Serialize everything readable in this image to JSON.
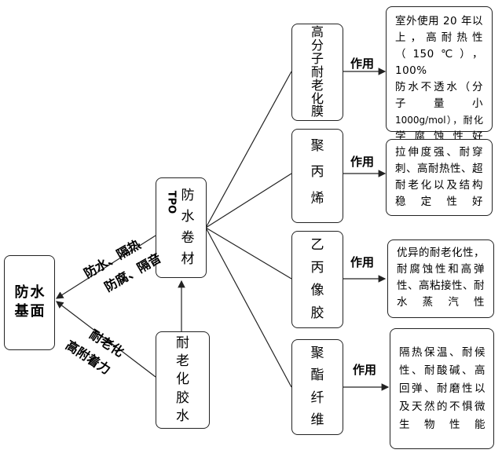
{
  "base": {
    "chars": [
      "防",
      "水",
      "基",
      "面"
    ]
  },
  "tpo": {
    "line1": "TPO",
    "chars": [
      "防",
      "水",
      "卷",
      "材"
    ]
  },
  "glue": {
    "chars": [
      "耐",
      "老",
      "化",
      "胶",
      "水"
    ]
  },
  "upper_label": {
    "line1": "防水、隔热",
    "line2": "防腐、隔音"
  },
  "lower_label": {
    "line1": "耐老化",
    "line2": "高附着力"
  },
  "effect_label": "作用",
  "materials": [
    {
      "chars": [
        "高",
        "分",
        "子",
        "耐",
        "老",
        "化",
        "膜"
      ],
      "desc": [
        "室外使用 20 年以",
        "上，高耐热性",
        "（150℃），100%",
        "防水不透水（分",
        "子　量　小",
        "1000g/mol），耐化",
        "学腐蚀性好"
      ]
    },
    {
      "chars": [
        "聚",
        "丙",
        "烯"
      ],
      "desc": [
        "拉伸度强、耐穿",
        "刺、高耐热性、超",
        "耐老化以及结构",
        "稳定性好"
      ]
    },
    {
      "chars": [
        "乙",
        "丙",
        "像",
        "胶"
      ],
      "desc": [
        "优异的耐老化性，",
        "耐腐蚀性和高弹",
        "性、高粘接性、耐",
        "水蒸汽性"
      ]
    },
    {
      "chars": [
        "聚",
        "酯",
        "纤",
        "维"
      ],
      "desc": [
        "隔热保温、耐候",
        "性、耐酸碱、高",
        "回弹、耐磨性以",
        "及天然的不惧微",
        "生物性能"
      ]
    }
  ]
}
